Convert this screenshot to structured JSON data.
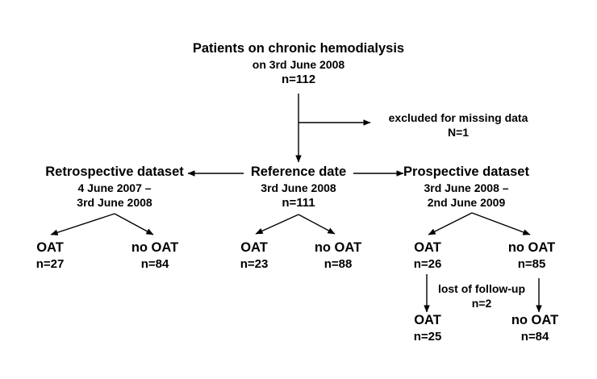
{
  "colors": {
    "background": "#ffffff",
    "text": "#000000",
    "arrow": "#000000"
  },
  "root": {
    "title": "Patients on chronic hemodialysis",
    "subtitle": "on 3rd June 2008",
    "count": "n=112"
  },
  "excluded": {
    "label": "excluded for missing data",
    "count": "N=1"
  },
  "datasets": [
    {
      "title": "Retrospective dataset",
      "lines": [
        "4 June 2007 –",
        "3rd June 2008"
      ],
      "oat": {
        "label": "OAT",
        "count": "n=27"
      },
      "no_oat": {
        "label": "no OAT",
        "count": "n=84"
      }
    },
    {
      "title": "Reference date",
      "lines": [
        "3rd June 2008",
        "n=111"
      ],
      "oat": {
        "label": "OAT",
        "count": "n=23"
      },
      "no_oat": {
        "label": "no OAT",
        "count": "n=88"
      }
    },
    {
      "title": "Prospective dataset",
      "lines": [
        "3rd June 2008 –",
        "2nd June 2009"
      ],
      "oat": {
        "label": "OAT",
        "count": "n=26"
      },
      "no_oat": {
        "label": "no OAT",
        "count": "n=85"
      }
    }
  ],
  "followup": {
    "label_line1": "lost of follow-up",
    "label_line2": "n=2",
    "oat": {
      "label": "OAT",
      "count": "n=25"
    },
    "no_oat": {
      "label": "no OAT",
      "count": "n=84"
    }
  }
}
